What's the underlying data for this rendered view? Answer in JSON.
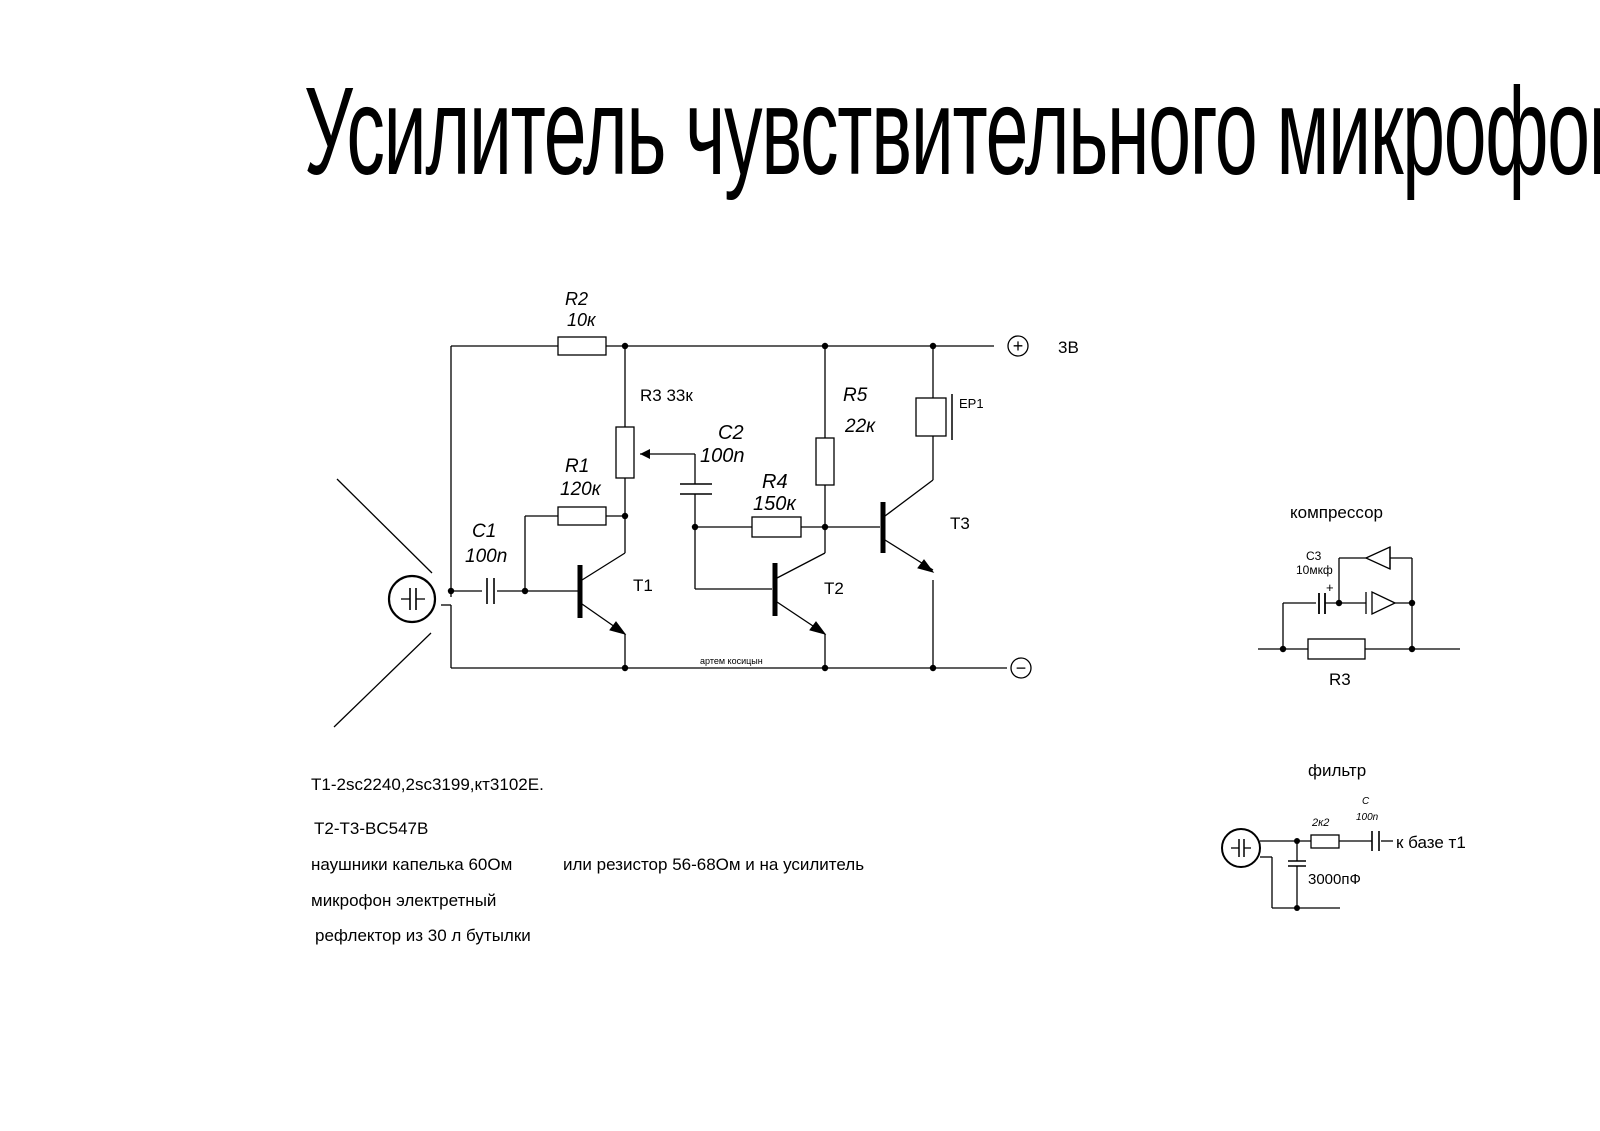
{
  "title": "Усилитель чувствительного микрофона",
  "main_circuit": {
    "supply_voltage": "3В",
    "plus_terminal": "+",
    "minus_terminal": "−",
    "r2_name": "R2",
    "r2_value": "10к",
    "r3_label": "R3 33к",
    "r1_name": "R1",
    "r1_value": "120к",
    "c1_name": "C1",
    "c1_value": "100n",
    "c2_name": "C2",
    "c2_value": "100n",
    "r4_name": "R4",
    "r4_value": "150к",
    "r5_name": "R5",
    "r5_value": "22к",
    "ep1_label": "EP1",
    "t1_label": "T1",
    "t2_label": "T2",
    "t3_label": "T3",
    "author": "артем косицын"
  },
  "compressor": {
    "heading": "компрессор",
    "c3_name": "C3",
    "c3_value": "10мкф",
    "polarity": "+",
    "r3_label": "R3"
  },
  "filter": {
    "heading": "фильтр",
    "resistor_value": "2к2",
    "cap_name": "C",
    "cap_value": "100n",
    "shunt_cap_value": "3000пФ",
    "output_label": "к базе т1"
  },
  "notes": {
    "transistors_t1": "T1-2sc2240,2sc3199,кт3102E.",
    "transistors_t2_t3": "T2-T3-BC547B",
    "headphones": "наушники капелька 60Ом",
    "alternative": "или резистор 56-68Ом и на усилитель",
    "microphone": "микрофон электретный",
    "reflector": "рефлектор из 30 л бутылки"
  }
}
